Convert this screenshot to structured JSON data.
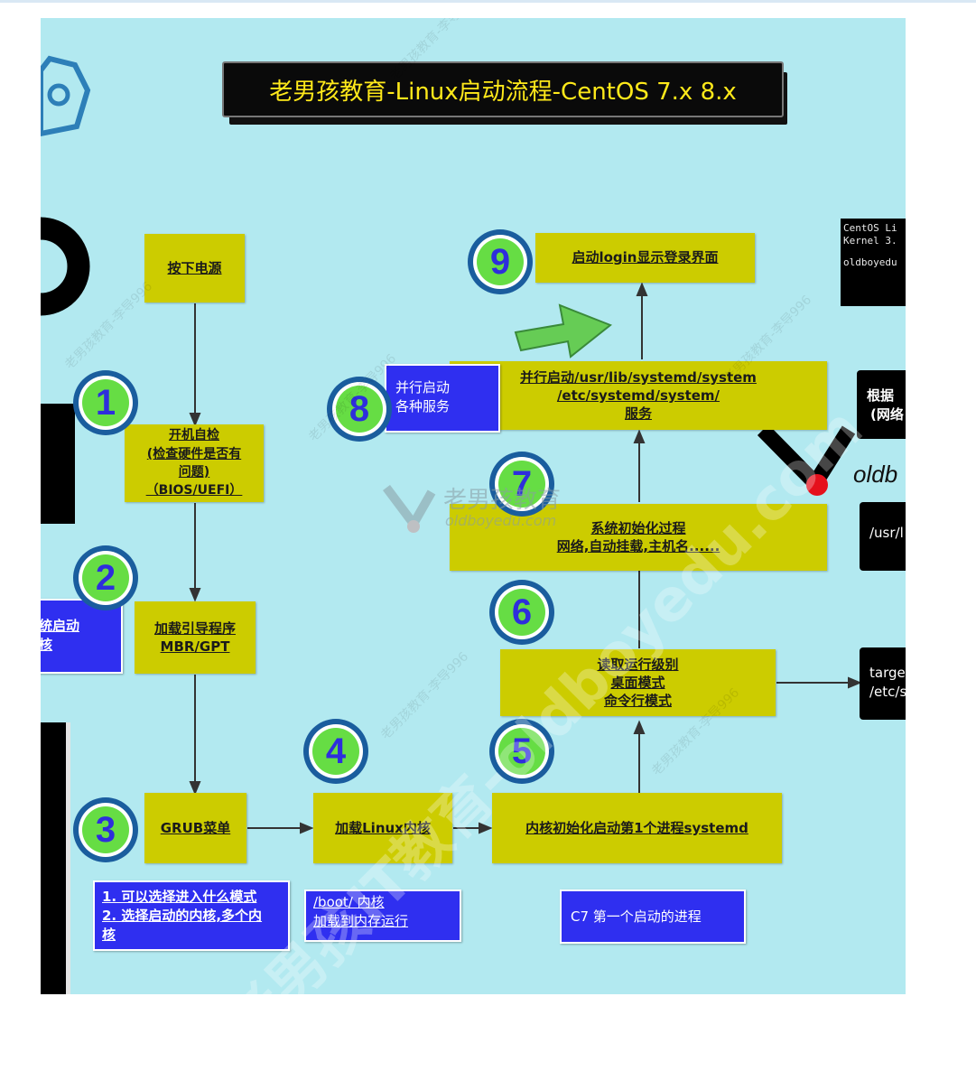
{
  "title": "老男孩教育-Linux启动流程-CentOS 7.x 8.x",
  "steps": [
    {
      "num": "1"
    },
    {
      "num": "2"
    },
    {
      "num": "3"
    },
    {
      "num": "4"
    },
    {
      "num": "5"
    },
    {
      "num": "6"
    },
    {
      "num": "7"
    },
    {
      "num": "8"
    },
    {
      "num": "9"
    }
  ],
  "boxes": {
    "power": "按下电源",
    "post_1": "开机自检",
    "post_2": "(检查硬件是否有",
    "post_3": "问题)",
    "post_4": "（BIOS/UEFI）",
    "bootloader_1": "加载引导程序",
    "bootloader_2": "MBR/GPT",
    "grub": "GRUB菜单",
    "kernel": "加载Linux内核",
    "systemd": "内核初始化启动第1个进程systemd",
    "runlevel_1": "读取运行级别",
    "runlevel_2": "桌面模式",
    "runlevel_3": "命令行模式",
    "sysinit_1": "系统初始化过程",
    "sysinit_2": "网络,自动挂载,主机名......",
    "parallel_1": "并行启动/usr/lib/systemd/system",
    "parallel_2": "/etc/systemd/system/",
    "parallel_3": "服务",
    "login": "启动login显示登录界面"
  },
  "notes": {
    "grub_1": "1. 可以选择进入什么模式",
    "grub_2": "2. 选择启动的内核,多个内",
    "grub_3": "核",
    "boot_1": "/boot/ 内核",
    "boot_2": "加载到内存运行",
    "c7": "C7 第一个启动的进程",
    "parallel_1": "并行启动",
    "parallel_2": "各种服务",
    "left_blue_1": "统启动",
    "left_blue_2": "核"
  },
  "right_side": {
    "according_1": "根据",
    "according_2": "(网络",
    "usr": "/usr/l",
    "target_1": "targe",
    "target_2": "/etc/s"
  },
  "terminal": {
    "line1": "CentOS Li",
    "line2": "Kernel 3.",
    "line3": "oldboyedu"
  },
  "logo": {
    "cn": "老男孩教育",
    "url": "oldboyedu.com",
    "big_watermark": "老男孩IT教育-oldboyedu.com",
    "small_watermark": "老男孩教育-李导996",
    "right_logo_text": "oldb"
  },
  "colors": {
    "canvas": "#b2e9f0",
    "box_yellow": "#cccc00",
    "box_blue": "#2f2ff0",
    "title_text": "#ffe91a",
    "badge_ring": "#1a5d9e",
    "badge_fill": "#66dd44",
    "badge_number": "#2e2edc",
    "arrow": "#333333",
    "big_arrow": "#66cc55"
  }
}
